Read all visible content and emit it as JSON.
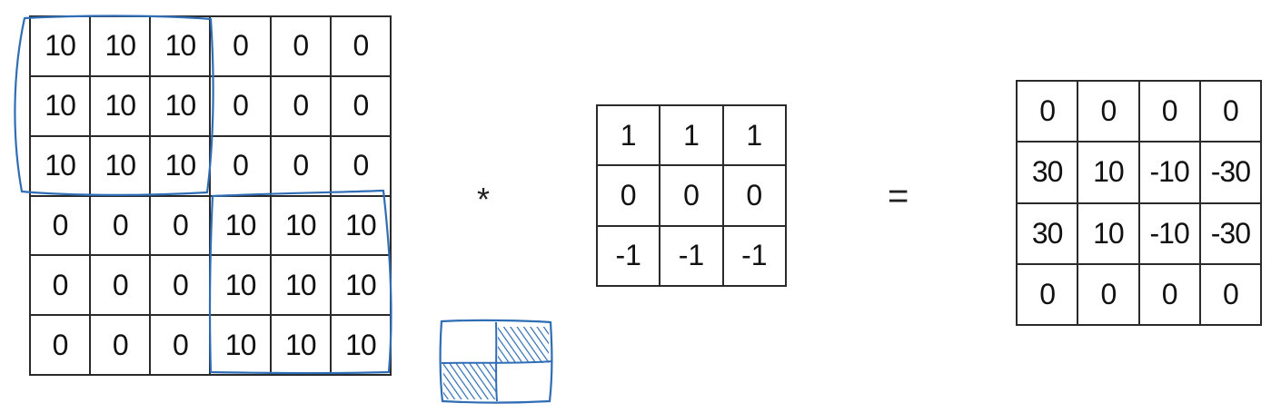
{
  "input_matrix": [
    [
      "10",
      "10",
      "10",
      "0",
      "0",
      "0"
    ],
    [
      "10",
      "10",
      "10",
      "0",
      "0",
      "0"
    ],
    [
      "10",
      "10",
      "10",
      "0",
      "0",
      "0"
    ],
    [
      "0",
      "0",
      "0",
      "10",
      "10",
      "10"
    ],
    [
      "0",
      "0",
      "0",
      "10",
      "10",
      "10"
    ],
    [
      "0",
      "0",
      "0",
      "10",
      "10",
      "10"
    ]
  ],
  "filter_matrix": [
    [
      "1",
      "1",
      "1"
    ],
    [
      "0",
      "0",
      "0"
    ],
    [
      "-1",
      "-1",
      "-1"
    ]
  ],
  "output_matrix": [
    [
      "0",
      "0",
      "0",
      "0"
    ],
    [
      "30",
      "10",
      "-10",
      "-30"
    ],
    [
      "30",
      "10",
      "-10",
      "-30"
    ],
    [
      "0",
      "0",
      "0",
      "0"
    ]
  ],
  "operators": {
    "convolve": "*",
    "equals": "="
  },
  "colors": {
    "ink": "#2a2a2a",
    "annotation_blue": "#2f6db5"
  }
}
